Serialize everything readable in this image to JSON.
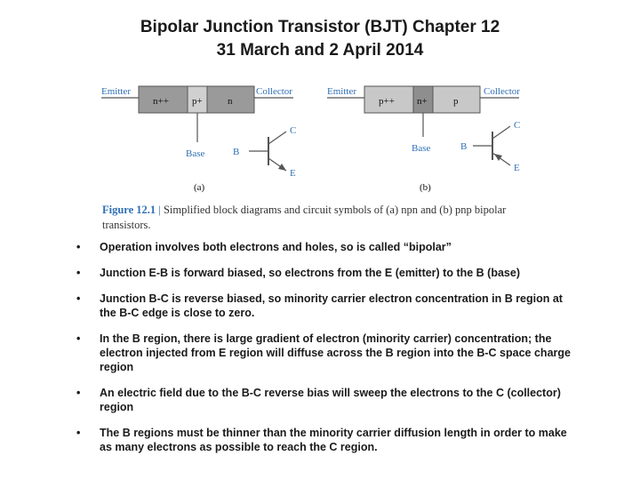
{
  "title": {
    "line1": "Bipolar Junction Transistor (BJT) Chapter 12",
    "line2": "31 March and 2 April 2014"
  },
  "figure": {
    "npn": {
      "emitter": "Emitter",
      "collector": "Collector",
      "region1": "n++",
      "region2": "p+",
      "region3": "n",
      "base": "Base",
      "sym_c": "C",
      "sym_b": "B",
      "sym_e": "E",
      "panel": "(a)"
    },
    "pnp": {
      "emitter": "Emitter",
      "collector": "Collector",
      "region1": "p++",
      "region2": "n+",
      "region3": "p",
      "base": "Base",
      "sym_c": "C",
      "sym_b": "B",
      "sym_e": "E",
      "panel": "(b)"
    },
    "colors": {
      "region_dark": "#9a9a9a",
      "region_light": "#c8c8c8",
      "wire": "#555555"
    }
  },
  "caption": {
    "label": "Figure 12.1",
    "separator": "|",
    "text": "Simplified block diagrams and circuit symbols of (a) npn and (b) pnp bipolar transistors."
  },
  "bullets": [
    "Operation involves both electrons and holes, so is called “bipolar”",
    "Junction E-B is forward biased, so electrons from the E (emitter) to the B (base)",
    "Junction B-C is reverse biased, so minority carrier electron concentration in B region at the B-C edge is close to zero.",
    "In the B region, there is large gradient of electron (minority carrier) concentration; the electron injected from E region will diffuse across the B region into the B-C space charge region",
    "An electric field due to the B-C reverse bias will sweep the electrons  to the C (collector) region",
    "The B regions must be thinner than the minority carrier diffusion length in order to make as many electrons as possible to reach the C region."
  ],
  "bullet_symbol": "•"
}
